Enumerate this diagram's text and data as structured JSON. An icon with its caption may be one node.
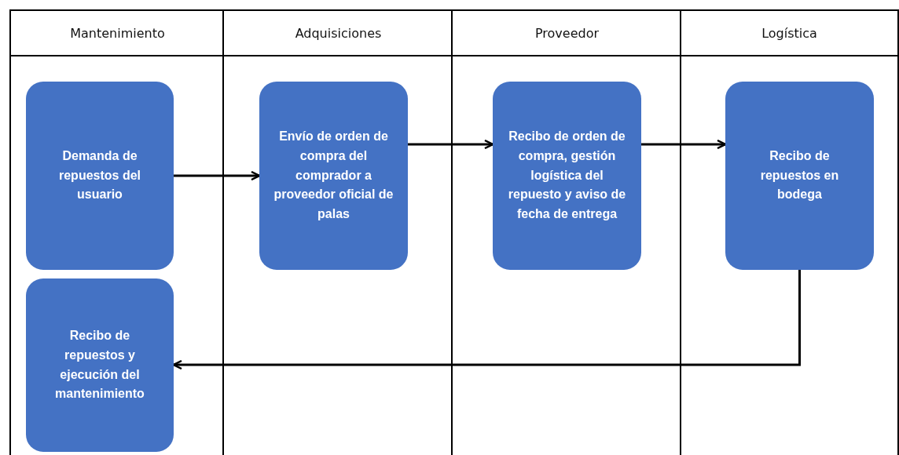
{
  "diagram": {
    "nodes": [
      {
        "text": [
          "Mantenimiento"
        ]
      },
      {
        "text": [
          "Demanda de repuestos del usuario"
        ],
        "in": 0
      },
      {
        "text": [
          "Recibo de repuestos y ejecución del mantenimiento"
        ],
        "in": 0
      },
      {
        "text": [
          "Adquisiciones"
        ]
      },
      {
        "text": [
          "Envío de orden de compra del comprador a proveedor oficial de palas"
        ],
        "in": 3
      },
      {
        "text": [
          "Proveedor"
        ]
      },
      {
        "text": [
          "Recibo de orden de compra, gestión logística del repuesto y aviso de fecha de entrega"
        ],
        "in": 5
      },
      {
        "text": [
          "Logística"
        ]
      },
      {
        "text": [
          "Recibo de repuestos en bodega"
        ],
        "in": 7
      }
    ],
    "edges": [
      {
        "from": 1,
        "to": 4,
        "arrow": "to"
      },
      {
        "from": 4,
        "to": 6,
        "arrow": "to"
      },
      {
        "from": 6,
        "to": 8,
        "arrow": "to"
      },
      {
        "from": 8,
        "to": 2,
        "arrow": "to"
      }
    ]
  }
}
